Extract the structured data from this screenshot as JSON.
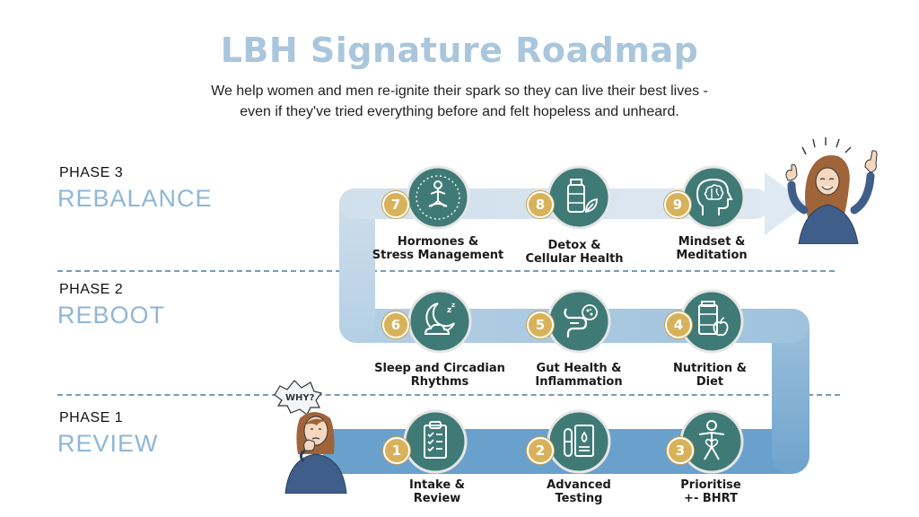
{
  "title": "LBH Signature Roadmap",
  "subtitle_line1": "We help women and men re-ignite their spark  so they can live their best lives -",
  "subtitle_line2": "even if they've tried everything before and felt hopeless and unheard.",
  "phases": [
    {
      "label": "PHASE 3",
      "name": "REBALANCE"
    },
    {
      "label": "PHASE 2",
      "name": "REBOOT"
    },
    {
      "label": "PHASE 1",
      "name": "REVIEW"
    }
  ],
  "steps": [
    {
      "num": "1",
      "line1": "Intake &",
      "line2": "Review",
      "icon": "clipboard-checklist-icon"
    },
    {
      "num": "2",
      "line1": "Advanced",
      "line2": "Testing",
      "icon": "lab-test-icon"
    },
    {
      "num": "3",
      "line1": "Prioritise",
      "line2": "+- BHRT",
      "icon": "body-heart-icon"
    },
    {
      "num": "4",
      "line1": "Nutrition &",
      "line2": "Diet",
      "icon": "supplement-apple-icon"
    },
    {
      "num": "5",
      "line1": "Gut Health &",
      "line2": "Inflammation",
      "icon": "gut-icon"
    },
    {
      "num": "6",
      "line1": "Sleep and Circadian",
      "line2": "Rhythms",
      "icon": "moon-cloud-icon"
    },
    {
      "num": "7",
      "line1": "Hormones &",
      "line2": "Stress Management",
      "icon": "meditation-icon"
    },
    {
      "num": "8",
      "line1": "Detox &",
      "line2": "Cellular Health",
      "icon": "bottle-leaf-icon"
    },
    {
      "num": "9",
      "line1": "Mindset &",
      "line2": "Meditation",
      "icon": "brain-head-icon"
    }
  ],
  "why_bubble": "WHY?",
  "colors": {
    "title": "#a9c6dc",
    "phase_name": "#8fb6d6",
    "icon_circle": "#3f7a76",
    "badge": "#d8b25a",
    "path_dark": "#6aa0cc",
    "path_mid": "#a8c8e0",
    "path_light": "#d4e3ef"
  }
}
